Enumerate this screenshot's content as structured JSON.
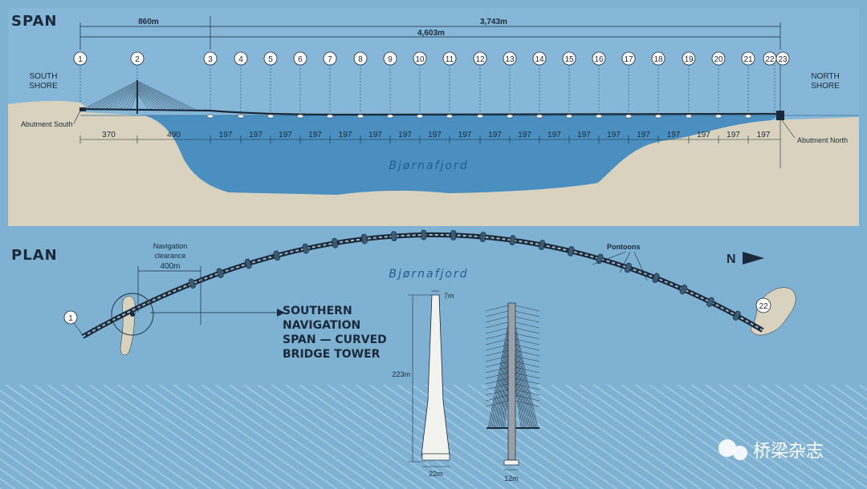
{
  "span": {
    "title": "SPAN",
    "dims_top": {
      "a": "860m",
      "b": "3,743m",
      "total": "4,603m"
    },
    "south_shore": [
      "SOUTH",
      "SHORE"
    ],
    "north_shore": [
      "NORTH",
      "SHORE"
    ],
    "abutment_south": "Abutment South",
    "abutment_north": "Abutment North",
    "axes": [
      "1",
      "2",
      "3",
      "4",
      "5",
      "6",
      "7",
      "8",
      "9",
      "10",
      "11",
      "12",
      "13",
      "14",
      "15",
      "16",
      "17",
      "18",
      "19",
      "20",
      "21",
      "22",
      "23"
    ],
    "spans": [
      "370",
      "490",
      "197",
      "197",
      "197",
      "197",
      "197",
      "197",
      "197",
      "197",
      "197",
      "197",
      "197",
      "197",
      "197",
      "197",
      "197",
      "197",
      "197",
      "197",
      "197"
    ],
    "fjord": "Bjørnafjord"
  },
  "plan": {
    "title": "PLAN",
    "nav_clearance": [
      "Navigation",
      "clearance",
      "400m"
    ],
    "pontoons": "Pontoons",
    "north": "N",
    "axis_1": "1",
    "axis_22": "22",
    "fjord": "Bjørnafjord",
    "callout": [
      "SOUTHERN",
      "NAVIGATION",
      "SPAN — CURVED",
      "BRIDGE TOWER"
    ],
    "tower_front": {
      "top": "7m",
      "height": "223m",
      "base": "22m"
    },
    "tower_side": {
      "base": "12m"
    }
  },
  "watermark": "桥梁杂志",
  "colors": {
    "background": "#7fb1d3",
    "land": "#d9d2be",
    "water": "#4a8fbf"
  }
}
